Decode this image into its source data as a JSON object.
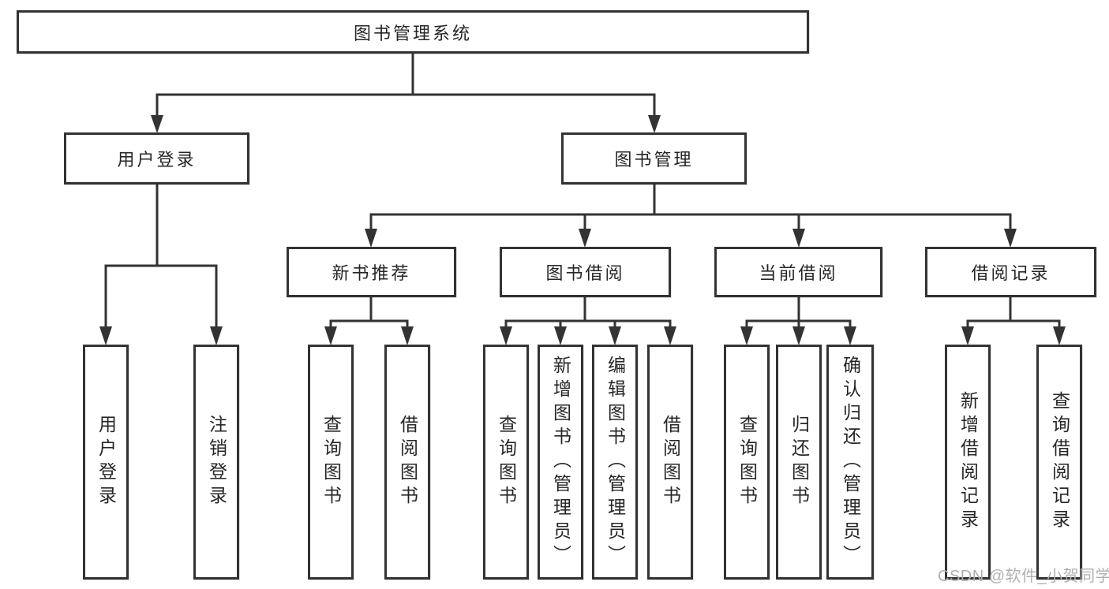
{
  "diagram": {
    "type": "hierarchy-tree",
    "colors": {
      "line": "#333333",
      "node_border": "#333333",
      "node_fill": "#ffffff",
      "text": "#262626",
      "watermark": "#b0b0b0"
    },
    "tree": {
      "label": "图书管理系统",
      "children": [
        {
          "label": "用户登录",
          "children": [
            {
              "label": "用户登录"
            },
            {
              "label": "注销登录"
            }
          ]
        },
        {
          "label": "图书管理",
          "children": [
            {
              "label": "新书推荐",
              "children": [
                {
                  "label": "查询图书"
                },
                {
                  "label": "借阅图书"
                }
              ]
            },
            {
              "label": "图书借阅",
              "children": [
                {
                  "label": "查询图书"
                },
                {
                  "label": "新增图书（管理员）"
                },
                {
                  "label": "编辑图书（管理员）"
                },
                {
                  "label": "借阅图书"
                }
              ]
            },
            {
              "label": "当前借阅",
              "children": [
                {
                  "label": "查询图书"
                },
                {
                  "label": "归还图书"
                },
                {
                  "label": "确认归还（管理员）"
                }
              ]
            },
            {
              "label": "借阅记录",
              "children": [
                {
                  "label": "新增借阅记录"
                },
                {
                  "label": "查询借阅记录"
                }
              ]
            }
          ]
        }
      ]
    }
  },
  "watermark": {
    "text": "CSDN @软件_小贺同学"
  }
}
